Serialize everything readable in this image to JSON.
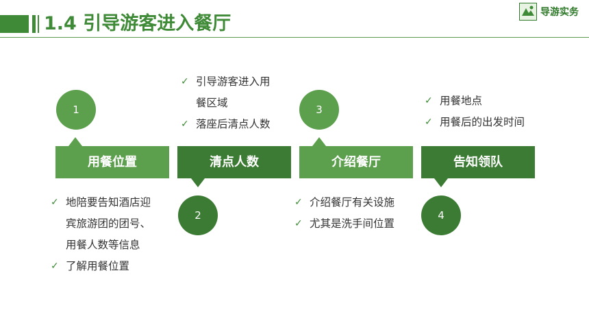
{
  "header": {
    "title": "1.4 引导游客进入餐厅",
    "logo_text": "导游实务"
  },
  "steps": [
    {
      "number": "1",
      "label": "用餐位置",
      "color": "#5c9f4c",
      "bullets": [
        "地陪要告知酒店迎",
        "宾旅游团的团号、",
        "用餐人数等信息",
        "了解用餐位置"
      ]
    },
    {
      "number": "2",
      "label": "清点人数",
      "color": "#3c7b33",
      "bullets": [
        "引导游客进入用",
        "餐区域",
        "落座后清点人数"
      ]
    },
    {
      "number": "3",
      "label": "介绍餐厅",
      "color": "#5c9f4c",
      "bullets": [
        "介绍餐厅有关设施",
        "尤其是洗手间位置"
      ]
    },
    {
      "number": "4",
      "label": "告知领队",
      "color": "#3c7b33",
      "bullets": [
        "用餐地点",
        "用餐后的出发时间"
      ]
    }
  ],
  "icons": {
    "check": "check-icon",
    "logo": "logo-icon"
  }
}
